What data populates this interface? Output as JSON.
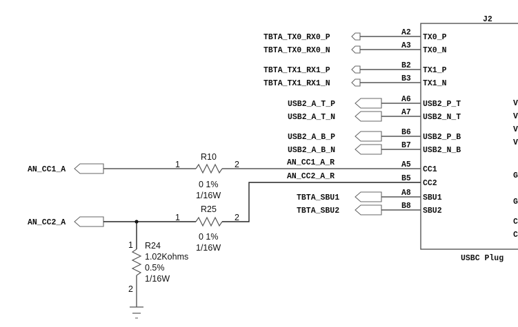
{
  "connector": {
    "ref": "J2",
    "name": "USBC Plug",
    "pins_left": [
      {
        "num": "A2",
        "name": "TX0_P",
        "net": "TBTA_TX0_RX0_P",
        "port": "small"
      },
      {
        "num": "A3",
        "name": "TX0_N",
        "net": "TBTA_TX0_RX0_N",
        "port": "small"
      },
      {
        "num": "B2",
        "name": "TX1_P",
        "net": "TBTA_TX1_RX1_P",
        "port": "small"
      },
      {
        "num": "B3",
        "name": "TX1_N",
        "net": "TBTA_TX1_RX1_N",
        "port": "small"
      },
      {
        "num": "A6",
        "name": "USB2_P_T",
        "net": "USB2_A_T_P",
        "port": "large"
      },
      {
        "num": "A7",
        "name": "USB2_N_T",
        "net": "USB2_A_T_N",
        "port": "large"
      },
      {
        "num": "B6",
        "name": "USB2_P_B",
        "net": "USB2_A_B_P",
        "port": "large"
      },
      {
        "num": "B7",
        "name": "USB2_N_B",
        "net": "USB2_A_B_N",
        "port": "large"
      },
      {
        "num": "A5",
        "name": "CC1",
        "net": "AN_CC1_A_R",
        "port": "none"
      },
      {
        "num": "B5",
        "name": "CC2",
        "net": "AN_CC2_A_R",
        "port": "none"
      },
      {
        "num": "A8",
        "name": "SBU1",
        "net": "TBTA_SBU1",
        "port": "large"
      },
      {
        "num": "B8",
        "name": "SBU2",
        "net": "TBTA_SBU2",
        "port": "large"
      }
    ],
    "pins_right_truncated": [
      "V",
      "V",
      "V",
      "V",
      "G",
      "G",
      "C",
      "C"
    ]
  },
  "ports": {
    "cc1": "AN_CC1_A",
    "cc2": "AN_CC2_A"
  },
  "resistors": {
    "r10": {
      "ref": "R10",
      "value": "0 1%",
      "power": "1/16W",
      "pin1": "1",
      "pin2": "2"
    },
    "r25": {
      "ref": "R25",
      "value": "0 1%",
      "power": "1/16W",
      "pin1": "1",
      "pin2": "2"
    },
    "r24": {
      "ref": "R24",
      "value": "1.02Kohms",
      "tolerance": "0.5%",
      "power": "1/16W",
      "pin1": "1",
      "pin2": "2"
    }
  },
  "colors": {
    "wire": "#555555",
    "text": "#111111",
    "background": "#ffffff"
  }
}
